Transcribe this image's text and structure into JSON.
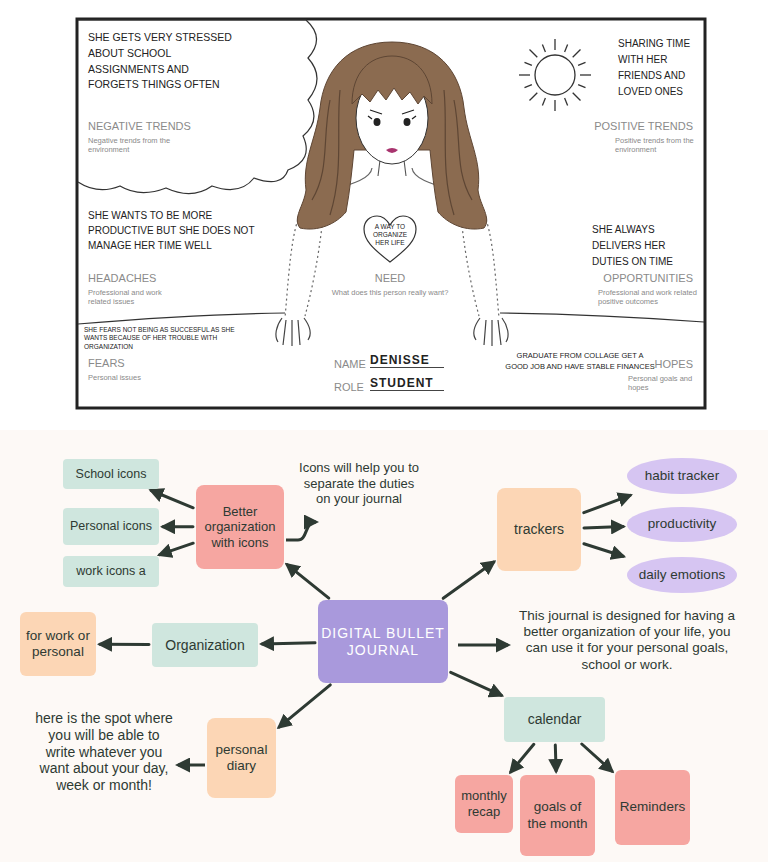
{
  "diagram": {
    "nodes": [
      {
        "text": [
          "SHE GETS VERY STRESSED ABOUT SCHOOL ASSIGNMENTS AND FORGETS THINGS OFTEN",
          "NEGATIVE TRENDS",
          "Negative trends from the environment"
        ]
      },
      {
        "text": [
          "A WAY TO ORGANIZE HER LIFE"
        ]
      },
      {
        "text": [
          "DIGITAL BULLET JOURNAL"
        ]
      },
      {
        "text": [
          "Better organization with icons"
        ]
      },
      {
        "text": [
          "School icons"
        ]
      },
      {
        "text": [
          "Personal icons"
        ]
      },
      {
        "text": [
          "work icons a"
        ]
      },
      {
        "text": [
          "trackers"
        ]
      },
      {
        "text": [
          "habit tracker"
        ]
      },
      {
        "text": [
          "productivity"
        ]
      },
      {
        "text": [
          "daily emotions"
        ]
      },
      {
        "text": [
          "Organization"
        ]
      },
      {
        "text": [
          "for work or personal"
        ]
      },
      {
        "text": [
          "personal diary"
        ]
      },
      {
        "text": [
          "calendar"
        ]
      },
      {
        "text": [
          "monthly recap"
        ]
      },
      {
        "text": [
          "goals of the month"
        ]
      },
      {
        "text": [
          "Reminders"
        ]
      }
    ],
    "edges": [
      {
        "from": 2,
        "to": 3,
        "arrow": "to"
      },
      {
        "from": 2,
        "to": 7,
        "arrow": "to"
      },
      {
        "from": 2,
        "to": 11,
        "arrow": "to"
      },
      {
        "from": 2,
        "to": 13,
        "arrow": "to"
      },
      {
        "from": 2,
        "to": 14,
        "arrow": "to"
      },
      {
        "from": 3,
        "to": 4,
        "arrow": "to"
      },
      {
        "from": 3,
        "to": 5,
        "arrow": "to"
      },
      {
        "from": 3,
        "to": 6,
        "arrow": "to"
      },
      {
        "from": 7,
        "to": 8,
        "arrow": "to"
      },
      {
        "from": 7,
        "to": 9,
        "arrow": "to"
      },
      {
        "from": 7,
        "to": 10,
        "arrow": "to"
      },
      {
        "from": 11,
        "to": 12,
        "arrow": "to"
      },
      {
        "from": 14,
        "to": 15,
        "arrow": "to"
      },
      {
        "from": 14,
        "to": 16,
        "arrow": "to"
      },
      {
        "from": 14,
        "to": 17,
        "arrow": "to"
      }
    ],
    "labels": [
      "SHARING TIME WITH HER FRIENDS AND LOVED ONES",
      "POSITIVE TRENDS",
      "Positive trends from the environment",
      "SHE WANTS TO BE MORE PRODUCTIVE BUT SHE DOES NOT MANAGE HER TIME WELL",
      "HEADACHES",
      "Professional and work related issues",
      "NEED",
      "What does this person really want?",
      "SHE ALWAYS DELIVERS HER DUTIES ON TIME",
      "OPPORTUNITIES",
      "Professional and work related positive outcomes",
      "SHE FEARS NOT BEING AS SUCCESFUL AS SHE WANTS BECAUSE OF HER TROUBLE WITH ORGANIZATION",
      "FEARS",
      "Personal issues",
      "NAME",
      "DENISSE",
      "ROLE",
      "STUDENT",
      "GRADUATE FROM COLLAGE GET A GOOD JOB AND HAVE STABLE FINANCES",
      "HOPES",
      "Personal goals and hopes",
      "Icons will help you to separate the duties on your journal",
      "This journal is designed for having a better organization of your life, you can use it for your personal goals, school or work.",
      "here is the spot where you will be able to write whatever you want about your day, week or month!"
    ]
  }
}
